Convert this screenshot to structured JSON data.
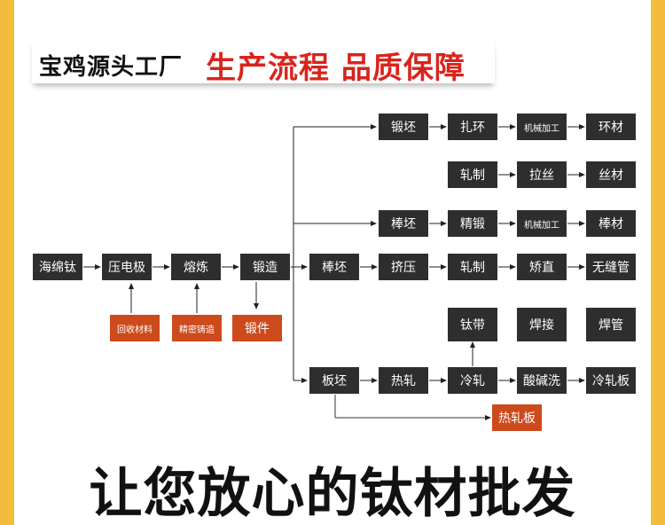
{
  "header": {
    "title_left": "宝鸡源头工厂",
    "title_right": "生产流程 品质保障"
  },
  "nodes": {
    "haimiantai": "海绵钛",
    "yadianji": "压电极",
    "ronglian": "熔炼",
    "duanzao": "锻造",
    "huishou": "回收材料",
    "jingmi": "精密铸造",
    "duanjian": "锻件",
    "duanpi": "锻坯",
    "zhahuan": "扎环",
    "jixie1": "机械加工",
    "huancai": "环材",
    "zhazhi1": "轧制",
    "lasi": "拉丝",
    "sicai": "丝材",
    "bangpi_top": "棒坯",
    "jingduan": "精锻",
    "jixie2": "机械加工",
    "bangcai": "棒材",
    "bangpi_mid": "棒坯",
    "jiya": "挤压",
    "zhazhi2": "轧制",
    "jiaozhi": "矫直",
    "wufengguan": "无缝管",
    "taidai": "钛带",
    "hanjie": "焊接",
    "hanguan": "焊管",
    "banpi": "板坯",
    "rezha": "热轧",
    "lengzha": "冷轧",
    "suanjianxi": "酸碱洗",
    "lengzhaban": "冷轧板",
    "rezhaban": "热轧板"
  },
  "footer": {
    "slogan": "让您放心的钛材批发"
  }
}
